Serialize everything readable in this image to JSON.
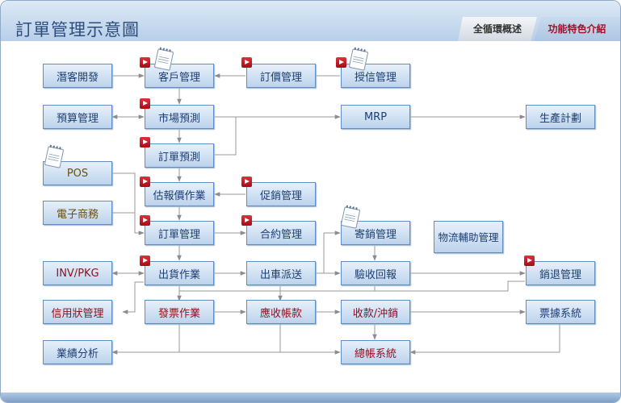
{
  "header": {
    "title": "訂單管理示意圖"
  },
  "tabs": [
    {
      "label": "全循環概述"
    },
    {
      "label": "功能特色介紹"
    }
  ],
  "nodes": {
    "qianke": "潛客開發",
    "kehu": "客戶管理",
    "dingjia": "訂價管理",
    "shouxin": "授信管理",
    "yusuan": "預算管理",
    "shichang": "市場預測",
    "mrp": "MRP",
    "shengchan": "生產計劃",
    "dingdanyuce": "訂單預測",
    "pos": "POS",
    "gubaojia": "估報價作業",
    "cuxiao": "促銷管理",
    "dianzi": "電子商務",
    "dingdan": "訂單管理",
    "heyue": "合約管理",
    "jixiao_consign": "寄銷管理",
    "wuliu_line1": "物流",
    "wuliu_line2": "輔助管理",
    "invpkg": "INV/PKG",
    "chuhuo": "出貨作業",
    "chuche": "出車派送",
    "yanshou": "驗收回報",
    "xiaotui": "銷退管理",
    "xinyongzhuang": "信用狀管理",
    "fapiao": "發票作業",
    "yingshou": "應收帳款",
    "shoukuan": "收款/沖銷",
    "piaoju": "票據系統",
    "yeji": "業績分析",
    "zongzhang": "總帳系統"
  }
}
